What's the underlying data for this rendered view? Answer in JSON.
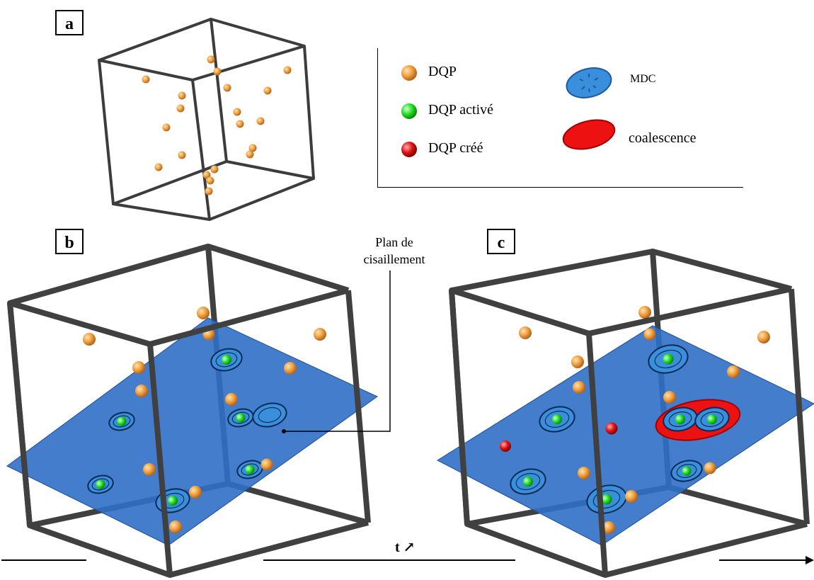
{
  "panels": {
    "a": "a",
    "b": "b",
    "c": "c"
  },
  "legend": {
    "dqp": "DQP",
    "dqp_active": "DQP activé",
    "dqp_created": "DQP créé",
    "mdc": "MDC",
    "coalescence": "coalescence"
  },
  "shear_plane": {
    "line1": "Plan de",
    "line2": "cisaillement"
  },
  "time": {
    "label": "t ↗"
  },
  "colors": {
    "frame": "#3c3c3c",
    "plane": "#2f6fc6",
    "dqp": "#e8973a",
    "dqp_active": "#1fdc1f",
    "dqp_created": "#e01010",
    "mdc": "#3a8fdc",
    "coalescence": "#ee1111"
  }
}
